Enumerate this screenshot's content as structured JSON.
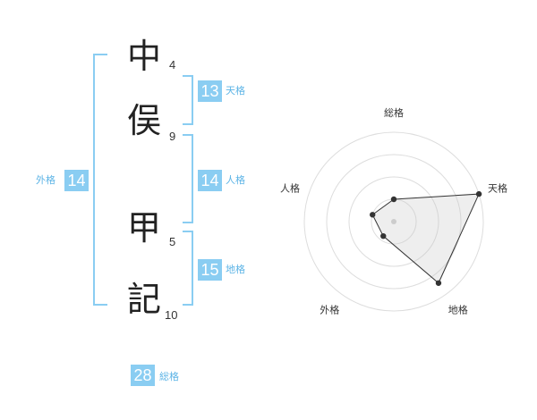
{
  "name": {
    "chars": [
      {
        "char": "中",
        "strokes": "4"
      },
      {
        "char": "俣",
        "strokes": "9"
      },
      {
        "char": "甲",
        "strokes": "5"
      },
      {
        "char": "記",
        "strokes": "10"
      }
    ]
  },
  "kaku": {
    "tenkaku": {
      "value": "13",
      "label": "天格"
    },
    "jinkaku": {
      "value": "14",
      "label": "人格"
    },
    "chikaku": {
      "value": "15",
      "label": "地格"
    },
    "gaikaku": {
      "value": "14",
      "label": "外格"
    },
    "soukaku": {
      "value": "28",
      "label": "総格"
    }
  },
  "colors": {
    "accent": "#8acdf2",
    "accent_text": "#5db4e6"
  },
  "chart_data": {
    "type": "radar",
    "categories": [
      "総格",
      "天格",
      "地格",
      "外格",
      "人格"
    ],
    "values": [
      0.25,
      1.0,
      0.85,
      0.2,
      0.25
    ],
    "rings": 4,
    "grid": true
  }
}
